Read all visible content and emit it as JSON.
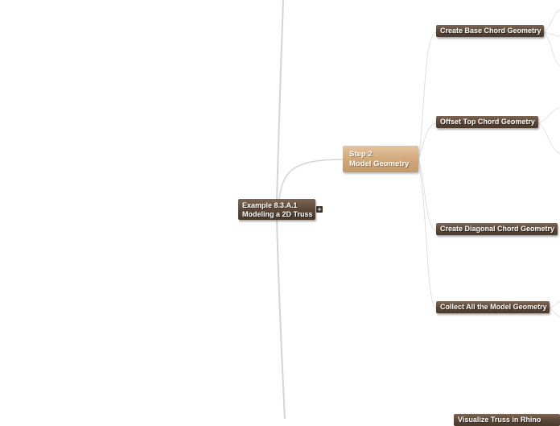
{
  "mindmap": {
    "root": {
      "line1": "Example 8.3.A.1",
      "line2": "Modeling a 2D Truss",
      "expand_glyph": "+"
    },
    "step2": {
      "line1": "Step 2",
      "line2": "Model Geometry"
    },
    "children": [
      "Create Base Chord Geometry",
      "Offset Top Chord Geometry",
      "Create Diagonal Chord Geometry",
      "Collect All the Model Geometry"
    ],
    "partial_bottom_label": "Visualize Truss in Rhino"
  },
  "colors": {
    "dark_node": "#5a4636",
    "tan_node": "#cfa678",
    "connector": "#d8d8d8",
    "background": "#ffffff"
  },
  "icons": [
    "expand-icon"
  ]
}
